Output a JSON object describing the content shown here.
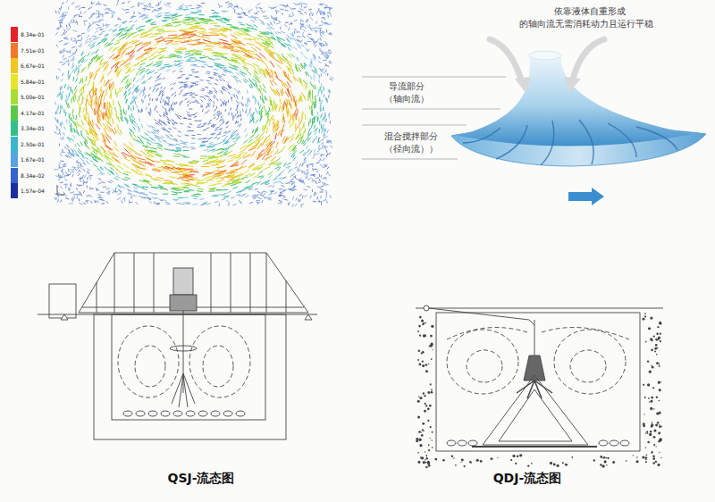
{
  "diagram": {
    "labels": [
      "依靠液体自重形成",
      "的轴向流无需消耗动力且运行平稳",
      "导流部分",
      "（轴向流）",
      "混合搅拌部分",
      "（径向流））",
      "QSJ-流态图",
      "QDJ-流态图"
    ],
    "legend": [
      {
        "text": "8.34e-01",
        "color": "#e3222a"
      },
      {
        "text": "7.51e-01",
        "color": "#f07a2a"
      },
      {
        "text": "6.67e-01",
        "color": "#f2c623"
      },
      {
        "text": "5.84e-01",
        "color": "#e6e52b"
      },
      {
        "text": "5.00e-01",
        "color": "#a6dc35"
      },
      {
        "text": "4.17e-01",
        "color": "#5cc84a"
      },
      {
        "text": "3.34e-01",
        "color": "#34bf8a"
      },
      {
        "text": "2.50e-01",
        "color": "#3bb6c9"
      },
      {
        "text": "1.67e-01",
        "color": "#5ba3e0"
      },
      {
        "text": "8.34e-02",
        "color": "#3563cf"
      },
      {
        "text": "1.57e-04",
        "color": "#1a2f9c"
      }
    ]
  }
}
